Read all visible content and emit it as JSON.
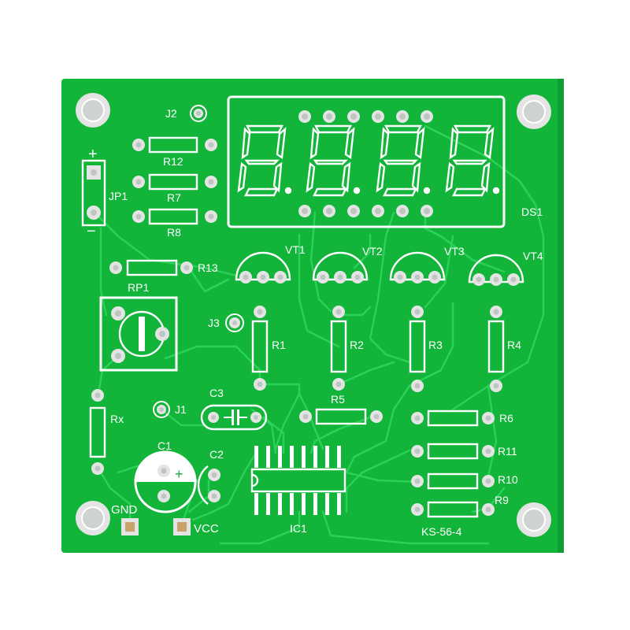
{
  "colors": {
    "board": "#12b53a",
    "board_edge": "#0f9c32",
    "trace": "#2bd259",
    "silk": "#ffffff",
    "pad": "#e4e4e4",
    "hole": "#bfc6c1",
    "copper_pad": "#c8a46a"
  },
  "labels": {
    "j2": "J2",
    "r12": "R12",
    "r7": "R7",
    "r8": "R8",
    "jp1": "JP1",
    "jp1_plus": "+",
    "jp1_minus": "−",
    "ds1": "DS1",
    "r13": "R13",
    "rp1": "RP1",
    "vt1": "VT1",
    "vt2": "VT2",
    "vt3": "VT3",
    "vt4": "VT4",
    "j3": "J3",
    "r1": "R1",
    "r2": "R2",
    "r3": "R3",
    "r4": "R4",
    "c3": "C3",
    "j1": "J1",
    "rx": "Rx",
    "r5": "R5",
    "r6": "R6",
    "r11": "R11",
    "r10": "R10",
    "r9": "R9",
    "c1": "C1",
    "c1_plus": "+",
    "c2": "C2",
    "ic1": "IC1",
    "gnd": "GND",
    "vcc": "VCC",
    "model": "KS-56-4"
  }
}
